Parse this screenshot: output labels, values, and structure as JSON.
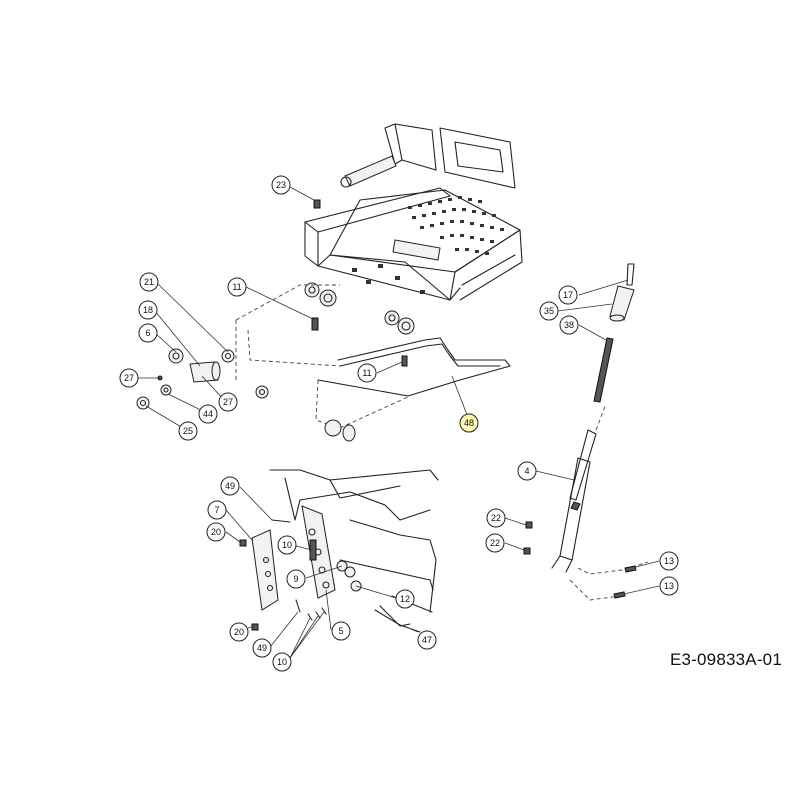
{
  "diagram": {
    "doc_code": "E3-09833A-01",
    "callouts": {
      "c23": "23",
      "c21": "21",
      "c11a": "11",
      "c18": "18",
      "c6": "6",
      "c27a": "27",
      "c27b": "27",
      "c44": "44",
      "c25": "25",
      "c11b": "11",
      "c48": "48",
      "c17": "17",
      "c35": "35",
      "c38": "38",
      "c4": "4",
      "c22a": "22",
      "c22b": "22",
      "c13a": "13",
      "c13b": "13",
      "c49a": "49",
      "c7": "7",
      "c20a": "20",
      "c10a": "10",
      "c9": "9",
      "c12": "12",
      "c5": "5",
      "c47": "47",
      "c20b": "20",
      "c49b": "49",
      "c10b": "10"
    }
  }
}
